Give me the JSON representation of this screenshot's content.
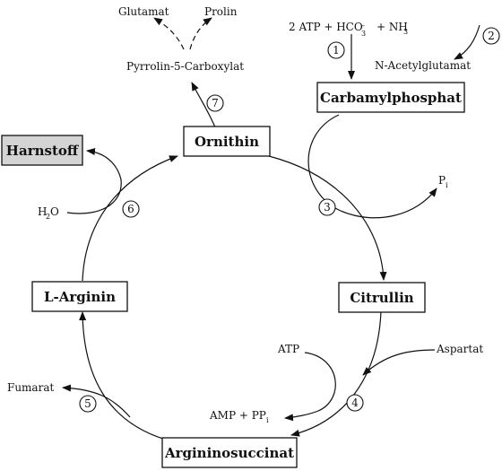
{
  "nodes": {
    "ornithin": "Ornithin",
    "carbamylphosphat": "Carbamylphosphat",
    "citrullin": "Citrullin",
    "argininosuccinat": "Argininosuccinat",
    "l_arginin": "L-Arginin",
    "harnstoff": "Harnstoff"
  },
  "labels": {
    "glutamat": "Glutamat",
    "prolin": "Prolin",
    "pyrrolin": "Pyrrolin-5-Carboxylat",
    "reaction_start": "2 ATP + HCO",
    "hco_sub": "3",
    "hco_sup": "–",
    "nh3": "+ NH",
    "nh3_sub": "3",
    "n_acetylglutamat": "N-Acetylglutamat",
    "pi": "P",
    "pi_sub": "i",
    "h2o": "H",
    "h2o_sub": "2",
    "h2o_end": "O",
    "atp": "ATP",
    "aspartat": "Aspartat",
    "amp_ppi": "AMP + PP",
    "ppi_sub": "i",
    "fumarat": "Fumarat"
  },
  "steps": [
    "1",
    "2",
    "3",
    "4",
    "5",
    "6",
    "7"
  ]
}
